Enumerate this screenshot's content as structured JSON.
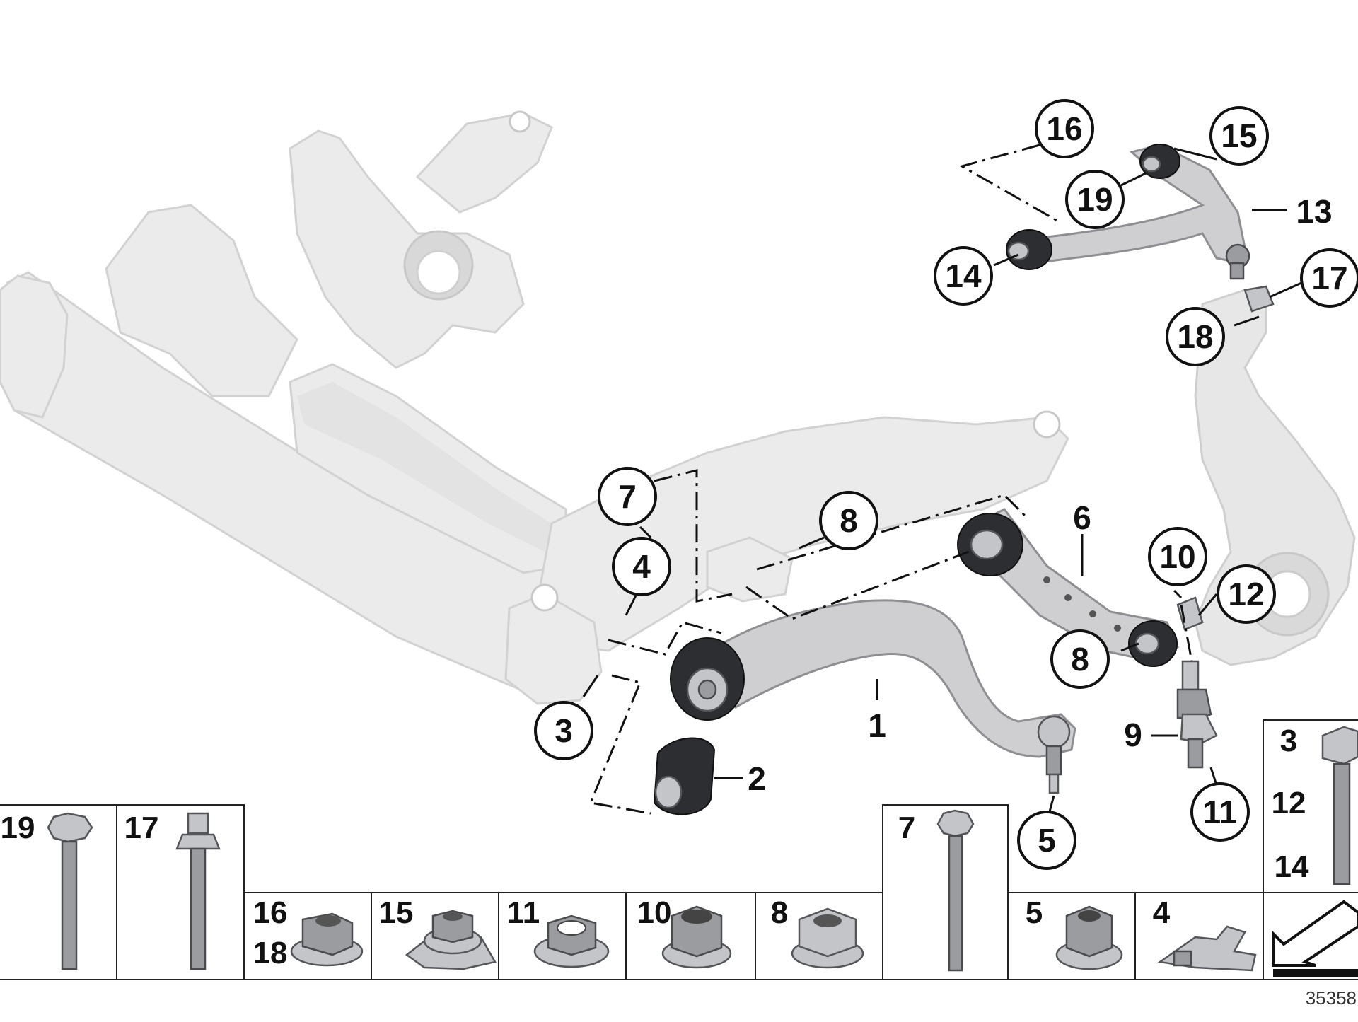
{
  "callouts": [
    {
      "label": "16"
    },
    {
      "label": "15"
    },
    {
      "label": "19"
    },
    {
      "label": "13"
    },
    {
      "label": "14"
    },
    {
      "label": "17"
    },
    {
      "label": "18"
    },
    {
      "label": "7"
    },
    {
      "label": "8"
    },
    {
      "label": "6"
    },
    {
      "label": "10"
    },
    {
      "label": "4"
    },
    {
      "label": "12"
    },
    {
      "label": "8"
    },
    {
      "label": "3"
    },
    {
      "label": "1"
    },
    {
      "label": "9"
    },
    {
      "label": "2"
    },
    {
      "label": "5"
    },
    {
      "label": "11"
    }
  ],
  "fastener_cells": [
    {
      "labels": [
        "19"
      ]
    },
    {
      "labels": [
        "17"
      ]
    },
    {
      "labels": [
        "16",
        "18"
      ]
    },
    {
      "labels": [
        "15"
      ]
    },
    {
      "labels": [
        "11"
      ]
    },
    {
      "labels": [
        "10"
      ]
    },
    {
      "labels": [
        "8"
      ]
    },
    {
      "labels": [
        "7"
      ]
    },
    {
      "labels": [
        "5"
      ]
    },
    {
      "labels": [
        "4"
      ]
    },
    {
      "labels": [
        "3",
        "12",
        "14"
      ]
    }
  ],
  "diagram_id": "35358",
  "colors": {
    "frame": "#ebebeb",
    "arm": "#cfcfd1",
    "ink": "#111111",
    "background": "#ffffff"
  }
}
